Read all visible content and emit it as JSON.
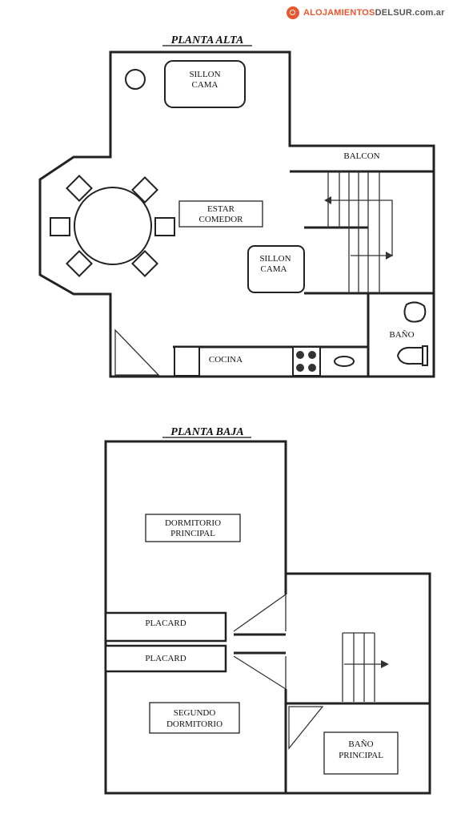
{
  "brand": {
    "part1": "ALOJAMIENTOS",
    "part2": "DELSUR",
    "part3": ".com.ar",
    "icon": "map-pin-icon",
    "accent_color": "#e8572f"
  },
  "upper_floor": {
    "title": "PLANTA ALTA",
    "rooms": {
      "sofa_bed_1": [
        "SILLON",
        "CAMA"
      ],
      "balcony": "BALCON",
      "living_dining": [
        "ESTAR",
        "COMEDOR"
      ],
      "sofa_bed_2": [
        "SILLON",
        "CAMA"
      ],
      "bathroom": "BAÑO",
      "kitchen": "COCINA"
    }
  },
  "lower_floor": {
    "title": "PLANTA BAJA",
    "rooms": {
      "master_bedroom": [
        "DORMITORIO",
        "PRINCIPAL"
      ],
      "closet_1": "PLACARD",
      "closet_2": "PLACARD",
      "second_bedroom": [
        "SEGUNDO",
        "DORMITORIO"
      ],
      "master_bathroom": [
        "BAÑO",
        "PRINCIPAL"
      ]
    }
  }
}
